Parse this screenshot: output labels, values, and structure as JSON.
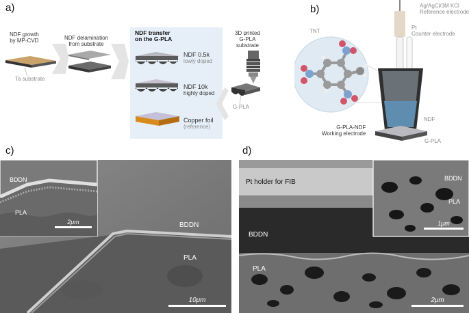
{
  "panel_a": {
    "letter": "a)",
    "steps": [
      {
        "line1": "NDF growth",
        "line2": "by MP-CVD"
      },
      {
        "line1": "NDF delamination",
        "line2": "from substrate"
      },
      {
        "line1": "NDF transfer",
        "line2": "on the G-PLA"
      },
      {
        "line1": "3D printed",
        "line2": "G-PLA",
        "line3": "substrate"
      }
    ],
    "ta_substrate": "Ta substrate",
    "samples": [
      {
        "name": "NDF 0.5k",
        "note": "lowly doped"
      },
      {
        "name": "NDF 10k",
        "note": "highly doped"
      },
      {
        "name": "Copper foil",
        "note": "(reference)"
      }
    ],
    "gpla": "G-PLA"
  },
  "panel_b": {
    "letter": "b)",
    "ref_line1": "Ag/AgCl/3M KCl",
    "ref_line2": "Reference electrode",
    "ce_line1": "Pt",
    "ce_line2": "Counter electrode",
    "tnt": "TNT",
    "ndf": "NDF",
    "we_line1": "G-PLA-NDF",
    "we_line2": "Working electrode",
    "gpla": "G-PLA"
  },
  "panel_c": {
    "letter": "c)",
    "inset_bddn": "BDDN",
    "inset_pla": "PLA",
    "inset_scale": "2μm",
    "bddn": "BDDN",
    "pla": "PLA",
    "scale": "10μm"
  },
  "panel_d": {
    "letter": "d)",
    "pt_holder": "Pt holder for FIB",
    "bddn": "BDDN",
    "pla": "PLA",
    "scale": "2μm",
    "inset_bddn": "BDDN",
    "inset_pla": "PLA",
    "inset_scale": "1μm"
  }
}
